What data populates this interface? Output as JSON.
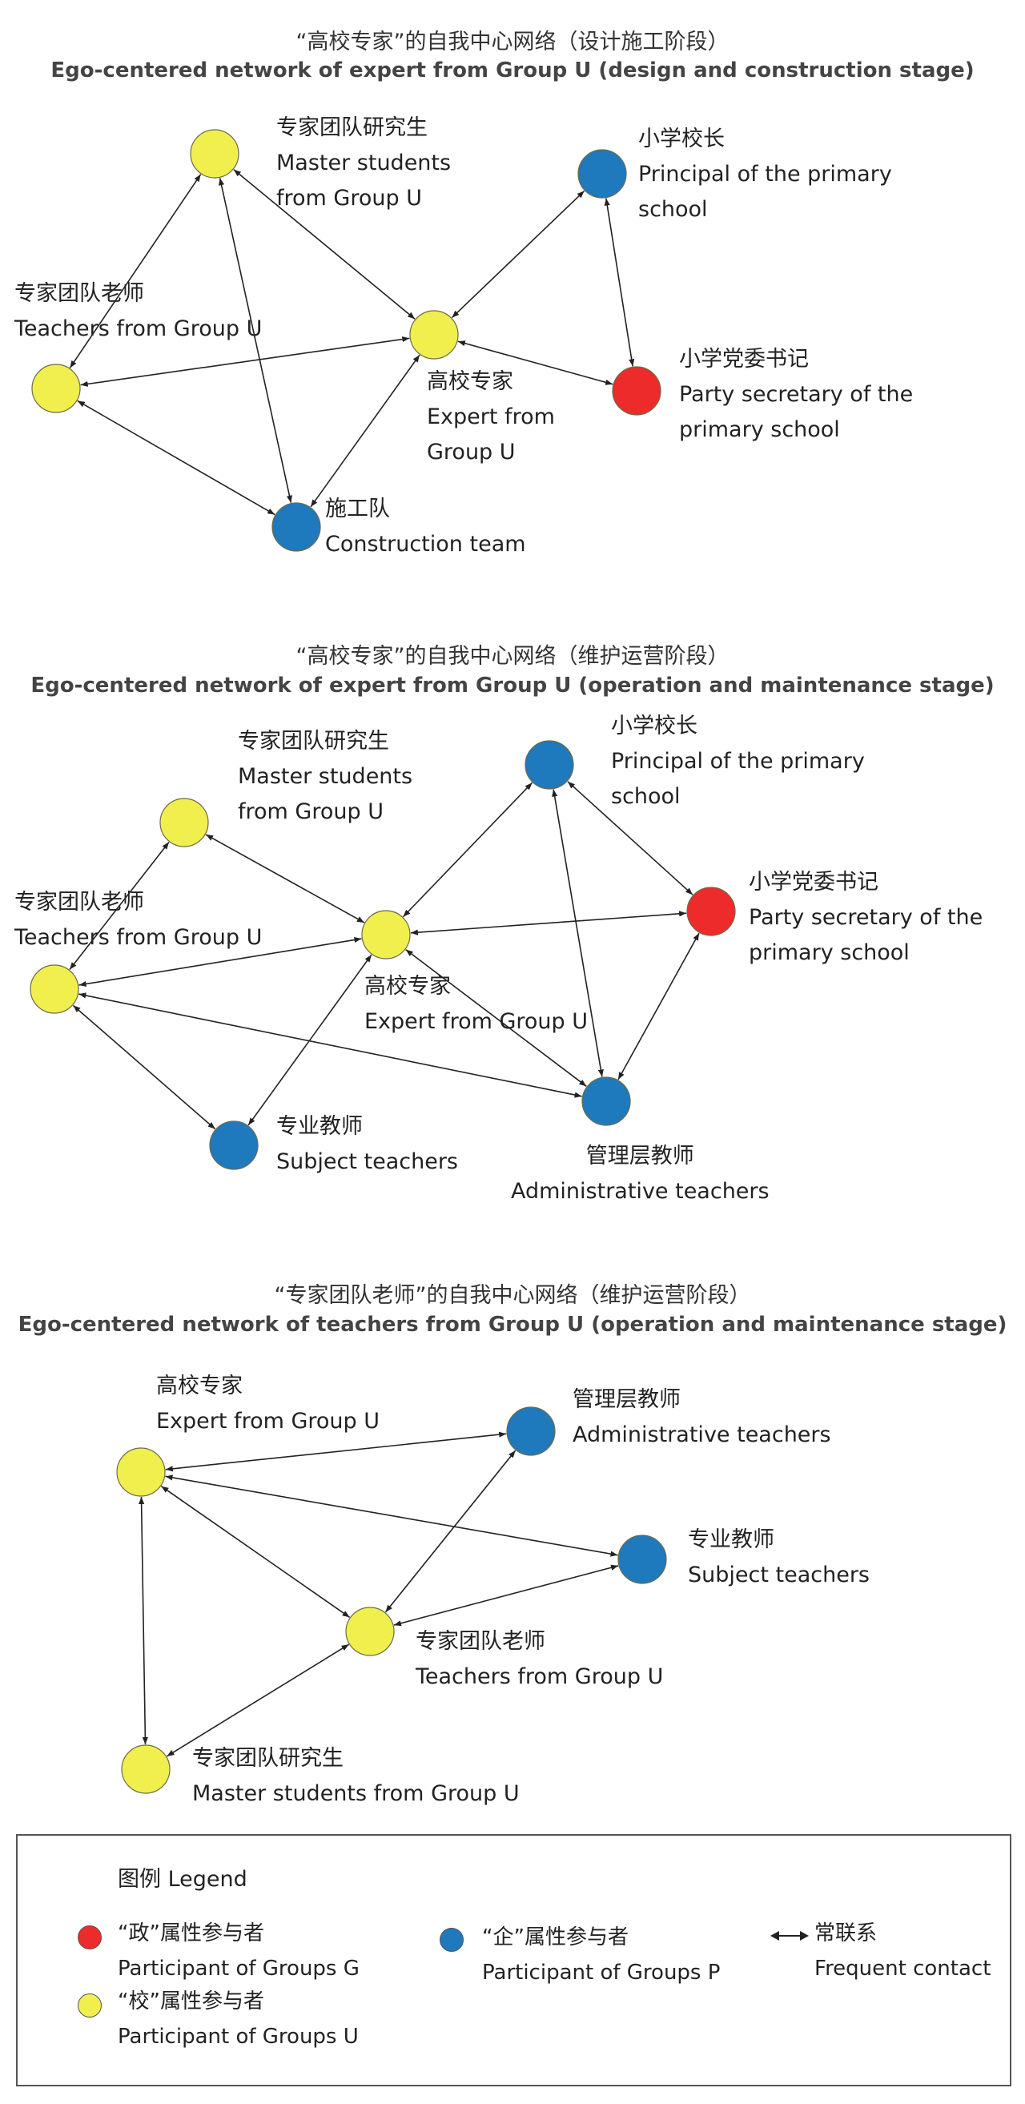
{
  "colors": {
    "government": "#ee2b2b",
    "enterprise": "#1f79bd",
    "school": "#f1ef4e",
    "edge": "#222222",
    "legend_border": "#555555"
  },
  "diagrams": [
    {
      "title_zh": "“高校专家”的自我中心网络（设计施工阶段）",
      "title_en": "Ego-centered network of expert from Group U (design and construction stage)",
      "nodes": [
        {
          "id": "expert",
          "group": "school",
          "label_lines": [
            "高校专家",
            "Expert from",
            "Group U"
          ]
        },
        {
          "id": "master",
          "group": "school",
          "label_lines": [
            "专家团队研究生",
            "Master students",
            "from Group U"
          ]
        },
        {
          "id": "teachers",
          "group": "school",
          "label_lines": [
            "专家团队老师",
            "Teachers from Group U"
          ]
        },
        {
          "id": "construction",
          "group": "enterprise",
          "label_lines": [
            "施工队",
            "Construction team"
          ]
        },
        {
          "id": "principal",
          "group": "enterprise",
          "label_lines": [
            "小学校长",
            "Principal of the primary",
            "school"
          ]
        },
        {
          "id": "party",
          "group": "government",
          "label_lines": [
            "小学党委书记",
            "Party secretary of the",
            "primary school"
          ]
        }
      ],
      "edges": [
        [
          "master",
          "teachers"
        ],
        [
          "master",
          "expert"
        ],
        [
          "master",
          "construction"
        ],
        [
          "teachers",
          "expert"
        ],
        [
          "teachers",
          "construction"
        ],
        [
          "construction",
          "expert"
        ],
        [
          "expert",
          "principal"
        ],
        [
          "expert",
          "party"
        ],
        [
          "principal",
          "party"
        ]
      ]
    },
    {
      "title_zh": "“高校专家”的自我中心网络（维护运营阶段）",
      "title_en": "Ego-centered network of expert from Group U (operation and maintenance stage)",
      "nodes": [
        {
          "id": "expert",
          "group": "school",
          "label_lines": [
            "高校专家",
            "Expert from Group U"
          ]
        },
        {
          "id": "master",
          "group": "school",
          "label_lines": [
            "专家团队研究生",
            "Master students",
            "from Group U"
          ]
        },
        {
          "id": "teachers",
          "group": "school",
          "label_lines": [
            "专家团队老师",
            "Teachers from Group U"
          ]
        },
        {
          "id": "subject",
          "group": "enterprise",
          "label_lines": [
            "专业教师",
            "Subject teachers"
          ]
        },
        {
          "id": "principal",
          "group": "enterprise",
          "label_lines": [
            "小学校长",
            "Principal of the primary",
            "school"
          ]
        },
        {
          "id": "party",
          "group": "government",
          "label_lines": [
            "小学党委书记",
            "Party secretary of the",
            "primary school"
          ]
        },
        {
          "id": "admin",
          "group": "enterprise",
          "label_lines": [
            "管理层教师",
            "Administrative teachers"
          ]
        }
      ],
      "edges": [
        [
          "teachers",
          "master"
        ],
        [
          "expert",
          "master"
        ],
        [
          "teachers",
          "expert"
        ],
        [
          "teachers",
          "subject"
        ],
        [
          "teachers",
          "admin"
        ],
        [
          "expert",
          "subject"
        ],
        [
          "expert",
          "principal"
        ],
        [
          "expert",
          "party"
        ],
        [
          "expert",
          "admin"
        ],
        [
          "principal",
          "party"
        ],
        [
          "principal",
          "admin"
        ],
        [
          "party",
          "admin"
        ]
      ]
    },
    {
      "title_zh": "“专家团队老师”的自我中心网络（维护运营阶段）",
      "title_en": "Ego-centered network of teachers from Group U (operation and maintenance stage)",
      "nodes": [
        {
          "id": "expert",
          "group": "school",
          "label_lines": [
            "高校专家",
            "Expert from Group U"
          ]
        },
        {
          "id": "admin",
          "group": "enterprise",
          "label_lines": [
            "管理层教师",
            "Administrative teachers"
          ]
        },
        {
          "id": "subject",
          "group": "enterprise",
          "label_lines": [
            "专业教师",
            "Subject teachers"
          ]
        },
        {
          "id": "teachers",
          "group": "school",
          "label_lines": [
            "专家团队老师",
            "Teachers from Group U"
          ]
        },
        {
          "id": "master",
          "group": "school",
          "label_lines": [
            "专家团队研究生",
            "Master students from Group U"
          ]
        }
      ],
      "edges": [
        [
          "expert",
          "admin"
        ],
        [
          "expert",
          "subject"
        ],
        [
          "expert",
          "teachers"
        ],
        [
          "expert",
          "master"
        ],
        [
          "teachers",
          "admin"
        ],
        [
          "teachers",
          "subject"
        ],
        [
          "teachers",
          "master"
        ]
      ]
    }
  ],
  "legend": {
    "title": "图例 Legend",
    "government_zh": "“政”属性参与者",
    "government_en": "Participant of Groups G",
    "school_zh": "“校”属性参与者",
    "school_en": "Participant of Groups U",
    "enterprise_zh": "“企”属性参与者",
    "enterprise_en": "Participant of Groups P",
    "contact_zh": "常联系",
    "contact_en": "Frequent contact"
  }
}
